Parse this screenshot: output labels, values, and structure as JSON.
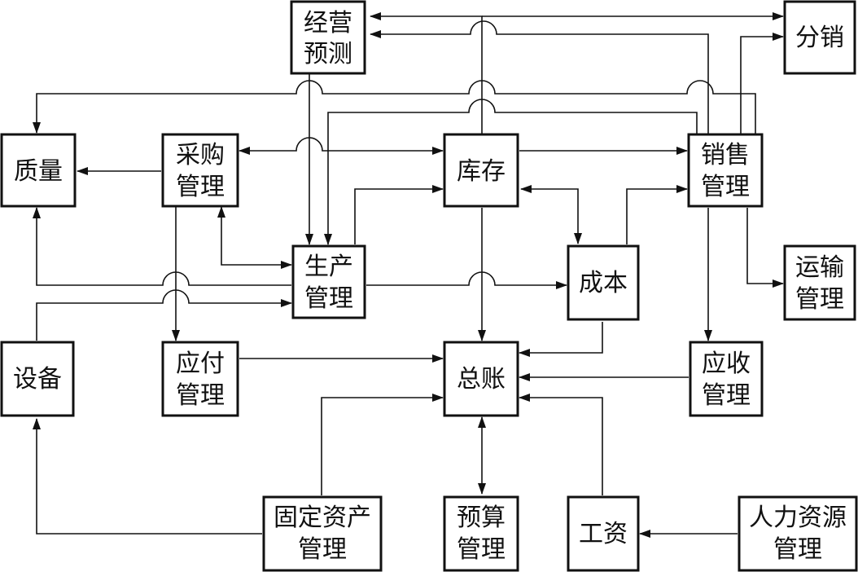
{
  "nodes": {
    "jingying": [
      "经营",
      "预测"
    ],
    "fenxiao": [
      "分销"
    ],
    "zhiliang": [
      "质量"
    ],
    "caigou": [
      "采购",
      "管理"
    ],
    "kucun": [
      "库存"
    ],
    "xiaoshou": [
      "销售",
      "管理"
    ],
    "shengchan": [
      "生产",
      "管理"
    ],
    "chengben": [
      "成本"
    ],
    "yunshu": [
      "运输",
      "管理"
    ],
    "shebei": [
      "设备"
    ],
    "yingfu": [
      "应付",
      "管理"
    ],
    "zongzhang": [
      "总账"
    ],
    "yingshou": [
      "应收",
      "管理"
    ],
    "guding": [
      "固定资产",
      "管理"
    ],
    "yusuan": [
      "预算",
      "管理"
    ],
    "gongzi": [
      "工资"
    ],
    "renli": [
      "人力资源",
      "管理"
    ]
  },
  "colors": {
    "line": "#111111",
    "box_fill": "#ffffff"
  }
}
